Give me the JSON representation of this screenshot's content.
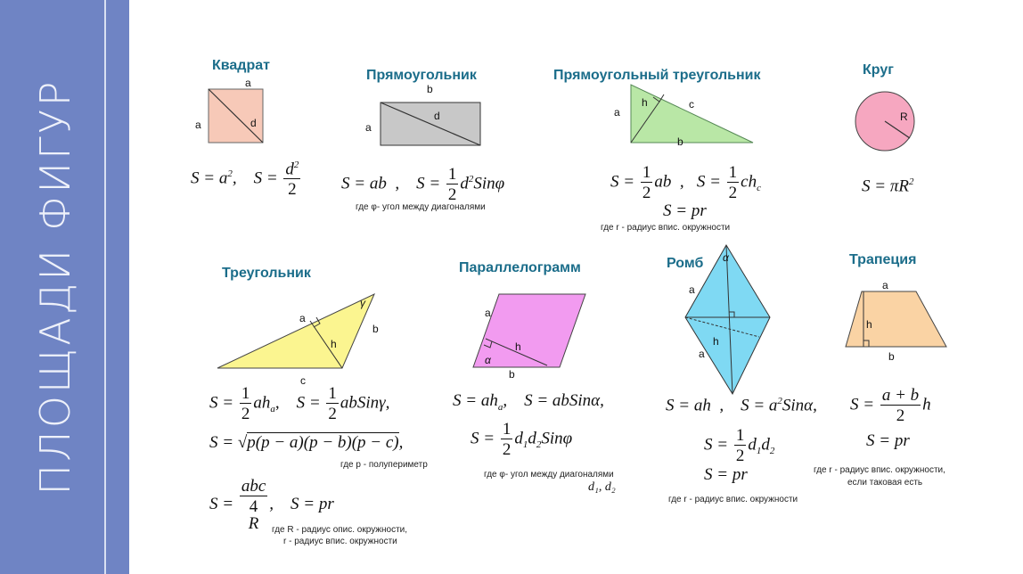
{
  "sidebar": {
    "title": "ПЛОЩАДИ ФИГУР"
  },
  "square": {
    "title": "Квадрат",
    "label_top": "a",
    "label_side": "a",
    "label_diag": "d"
  },
  "rectangle": {
    "title": "Прямоугольник",
    "label_top": "b",
    "label_side": "a",
    "label_diag": "d",
    "note": "где φ- угол между диагоналями"
  },
  "right_triangle": {
    "title": "Прямоугольный треугольник",
    "label_a": "a",
    "label_h": "h",
    "label_c": "c",
    "label_b": "b",
    "note": "где r - радиус впис. окружности"
  },
  "circle": {
    "title": "Круг",
    "label_r": "R"
  },
  "triangle": {
    "title": "Треугольник",
    "label_a": "a",
    "label_h": "h",
    "label_b": "b",
    "label_c": "c",
    "label_gamma": "γ",
    "note_p": "где p - полупериметр",
    "note_R1": "где R - радиус опис. окружности,",
    "note_R2": "r - радиус впис. окружности"
  },
  "parallelogram": {
    "title": "Параллелограмм",
    "label_a": "a",
    "label_h": "h",
    "label_b": "b",
    "label_alpha": "α",
    "note": "где φ- угол между диагоналями",
    "note_d": "d₁, d₂"
  },
  "rhombus": {
    "title": "Ромб",
    "label_alpha": "α",
    "label_a1": "a",
    "label_a2": "a",
    "label_h": "h",
    "note": "где r - радиус впис. окружности"
  },
  "trapezoid": {
    "title": "Трапеция",
    "label_a": "a",
    "label_h": "h",
    "label_b": "b",
    "note1": "где r - радиус впис. окружности,",
    "note2": "если таковая есть"
  },
  "colors": {
    "sidebar": "#6f84c4",
    "title": "#1b6d8a",
    "square": "#f7c9b8",
    "rectangle": "#c8c8c8",
    "right_triangle": "#b9e7a6",
    "circle": "#f6a7c0",
    "triangle": "#fbf590",
    "parallelogram": "#f29bf0",
    "rhombus": "#7fd9f3",
    "trapezoid": "#fad3a4"
  }
}
